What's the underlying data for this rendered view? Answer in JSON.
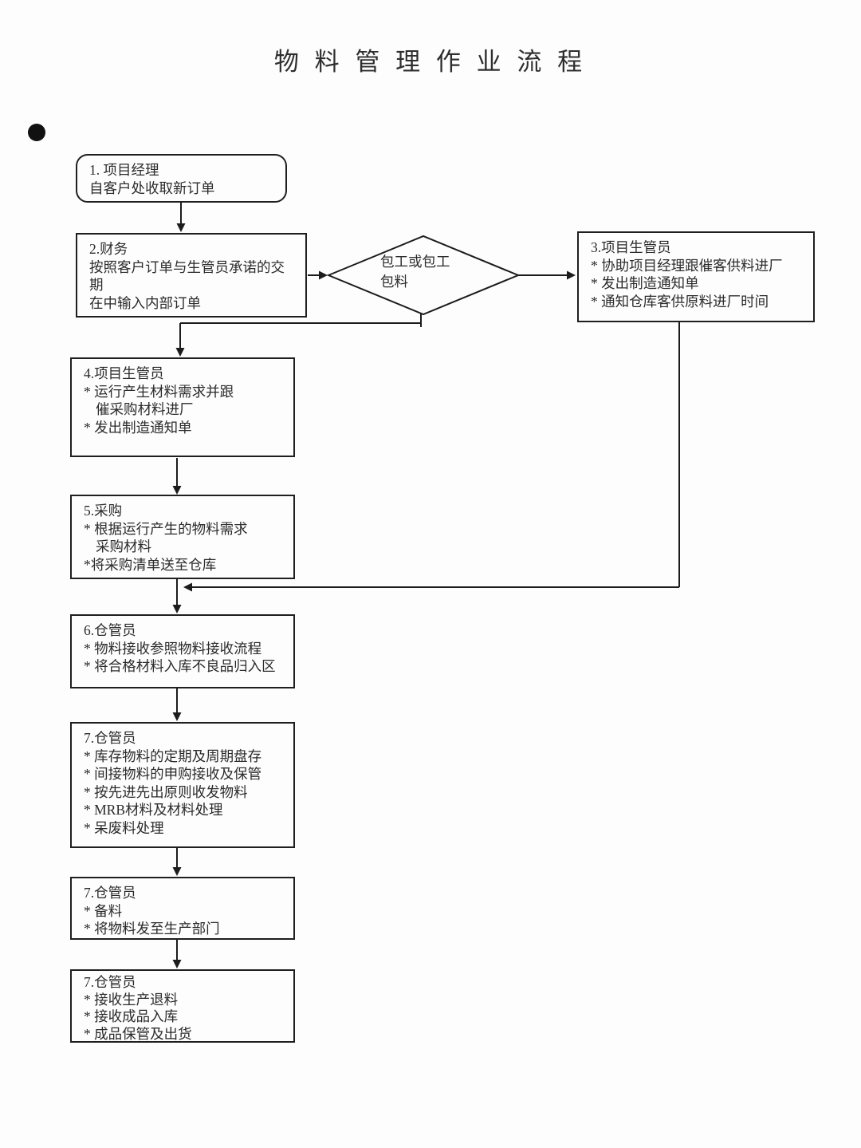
{
  "title": "物 料 管 理 作 业 流 程",
  "nodes": {
    "n1": {
      "role": "项目经理",
      "lines": [
        "1. 项目经理",
        "自客户处收取新订单"
      ]
    },
    "n2": {
      "role": "财务",
      "lines": [
        "2.财务",
        "按照客户订单与生管员承诺的交",
        "期",
        "在中输入内部订单"
      ]
    },
    "decision": {
      "lines": [
        "包工或包工",
        "包料"
      ]
    },
    "n3": {
      "role": "项目生管员",
      "lines": [
        "3.项目生管员",
        "* 协助项目经理跟催客供料进厂",
        "* 发出制造通知单",
        "* 通知仓库客供原料进厂时间"
      ]
    },
    "n4": {
      "role": "项目生管员",
      "lines": [
        "4.项目生管员",
        "* 运行产生材料需求并跟",
        "催采购材料进厂",
        "* 发出制造通知单"
      ]
    },
    "n5": {
      "role": "采购",
      "lines": [
        "5.采购",
        "* 根据运行产生的物料需求",
        "采购材料",
        "*将采购清单送至仓库"
      ]
    },
    "n6": {
      "role": "仓管员",
      "lines": [
        "6.仓管员",
        "* 物料接收参照物料接收流程",
        "* 将合格材料入库不良品归入区"
      ]
    },
    "n7": {
      "role": "仓管员",
      "lines": [
        "7.仓管员",
        "* 库存物料的定期及周期盘存",
        "* 间接物料的申购接收及保管",
        "* 按先进先出原则收发物料",
        "* MRB材料及材料处理",
        "* 呆废料处理"
      ]
    },
    "n8": {
      "role": "仓管员",
      "lines": [
        "7.仓管员",
        "* 备料",
        "* 将物料发至生产部门"
      ]
    },
    "n9": {
      "role": "仓管员",
      "lines": [
        "7.仓管员",
        "* 接收生产退料",
        "* 接收成品入库",
        "* 成品保管及出货"
      ]
    }
  },
  "colors": {
    "line": "#1c1c1c",
    "text": "#2b2b2b",
    "background": "#fdfdfd"
  }
}
